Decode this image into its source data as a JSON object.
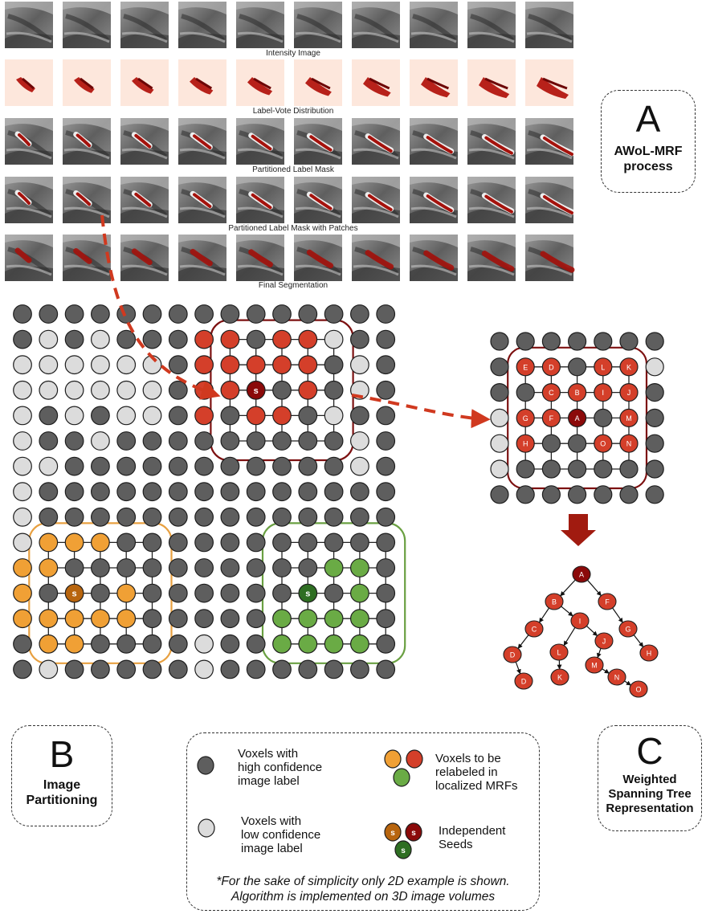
{
  "panel_a": {
    "rows": [
      {
        "caption": "Intensity Image",
        "kind": "intensity"
      },
      {
        "caption": "Label-Vote Distribution",
        "kind": "vote"
      },
      {
        "caption": "Partitioned Label Mask",
        "kind": "mask"
      },
      {
        "caption": "Partitioned Label Mask with Patches",
        "kind": "patches"
      },
      {
        "caption": "Final Segmentation",
        "kind": "final"
      }
    ],
    "slices_per_row": 10,
    "box_letter": "A",
    "box_caption_line1": "AWoL-MRF",
    "box_caption_line2": "process"
  },
  "panel_b": {
    "box_letter": "B",
    "box_caption_line1": "Image",
    "box_caption_line2": "Partitioning",
    "seed_label": "s"
  },
  "panel_c": {
    "box_letter": "C",
    "box_caption_line1": "Weighted",
    "box_caption_line2": "Spanning Tree",
    "box_caption_line3": "Representation",
    "grid_labels": [
      "E",
      "D",
      "L",
      "K",
      "C",
      "B",
      "I",
      "J",
      "G",
      "F",
      "A",
      "M",
      "H",
      "O",
      "N"
    ],
    "tree_nodes": [
      "A",
      "B",
      "F",
      "C",
      "I",
      "G",
      "D",
      "L",
      "J",
      "H",
      "D",
      "K",
      "M",
      "N",
      "O"
    ]
  },
  "legend": {
    "high_conf_line1": "Voxels with",
    "high_conf_line2": "high confidence",
    "high_conf_line3": "image label",
    "low_conf_line1": "Voxels with",
    "low_conf_line2": "low confidence",
    "low_conf_line3": "image label",
    "relabel_line1": "Voxels to be",
    "relabel_line2": "relabeled in",
    "relabel_line3": "localized MRFs",
    "seeds_line1": "Independent",
    "seeds_line2": "Seeds",
    "seed_label": "s",
    "note_line1": "*For the sake of simplicity only 2D example is shown.",
    "note_line2": "Algorithm is implemented on 3D image volumes"
  },
  "colors": {
    "high_conf": "#5e5e5e",
    "low_conf": "#dcdcdc",
    "red_voxel": "#d43f2a",
    "seed_red": "#8b0a0a",
    "orange_voxel": "#f0a035",
    "seed_orange": "#b8650e",
    "green_voxel": "#6aab45",
    "seed_green": "#2e6e22",
    "red_box": "#7d1111",
    "orange_box": "#e8a040",
    "green_box": "#6aa042",
    "arrow": "#d0391f",
    "down_arrow": "#a11b10"
  }
}
